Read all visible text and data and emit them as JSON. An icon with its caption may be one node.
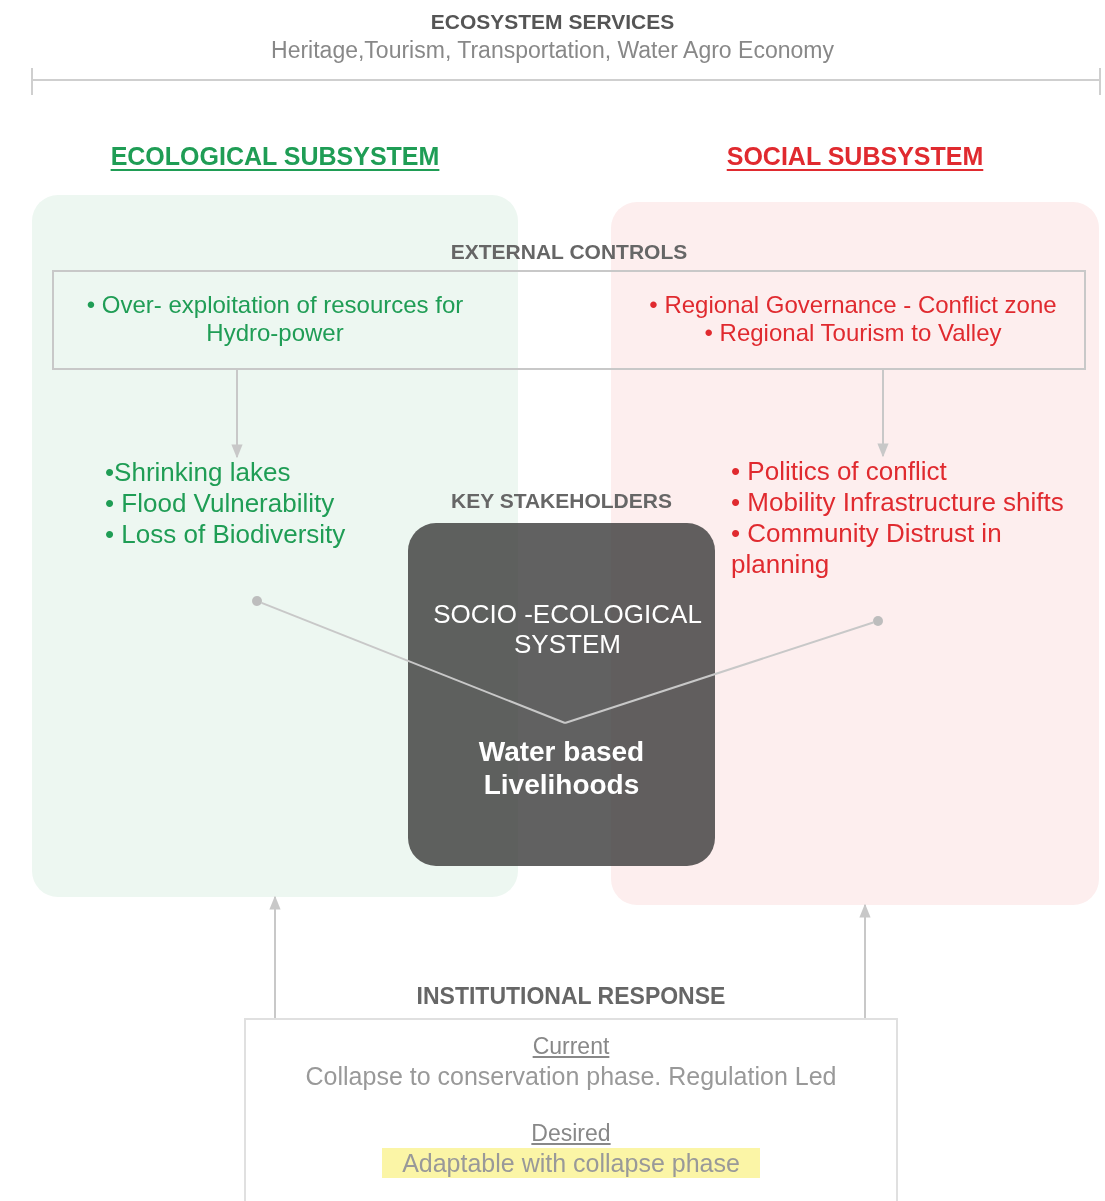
{
  "diagram": {
    "title": "ECOSYSTEM SERVICES",
    "nodes": [
      {
        "text": [
          "ECOLOGICAL SUBSYSTEM"
        ]
      },
      {
        "text": [
          "SOCIAL SUBSYSTEM"
        ]
      },
      {
        "text": [
          "EXTERNAL CONTROLS",
          "• Over- exploitation of resources for Hydro-power",
          "• Regional Governance - Conflict zone",
          "• Regional Tourism to Valley"
        ]
      },
      {
        "text": [
          "•Shrinking lakes",
          "• Flood Vulnerability",
          "• Loss of Biodiversity"
        ],
        "in": 0
      },
      {
        "text": [
          "• Politics of conflict",
          "• Mobility Infrastructure shifts",
          "• Community Distrust in planning"
        ],
        "in": 1
      },
      {
        "text": [
          "KEY STAKEHOLDERS",
          "SOCIO -ECOLOGICAL SYSTEM",
          "Water based Livelihoods"
        ]
      },
      {
        "text": [],
        "shape": "circle",
        "in": 0
      },
      {
        "text": [],
        "shape": "circle",
        "in": 1
      },
      {
        "text": [
          "INSTITUTIONAL RESPONSE",
          "Current",
          "Collapse to conservation phase. Regulation Led",
          "Desired",
          "Adaptable with collapse phase"
        ]
      }
    ],
    "edges": [
      {
        "from": 2,
        "to": 3,
        "arrow": "to"
      },
      {
        "from": 2,
        "to": 4,
        "arrow": "to"
      },
      {
        "from": 6,
        "to": 5,
        "arrow": "none"
      },
      {
        "from": 7,
        "to": 5,
        "arrow": "none"
      },
      {
        "from": 8,
        "to": 0,
        "arrow": "to"
      },
      {
        "from": 8,
        "to": 1,
        "arrow": "to"
      }
    ],
    "labels": [
      "Heritage,Tourism, Transportation, Water Agro Economy"
    ]
  }
}
